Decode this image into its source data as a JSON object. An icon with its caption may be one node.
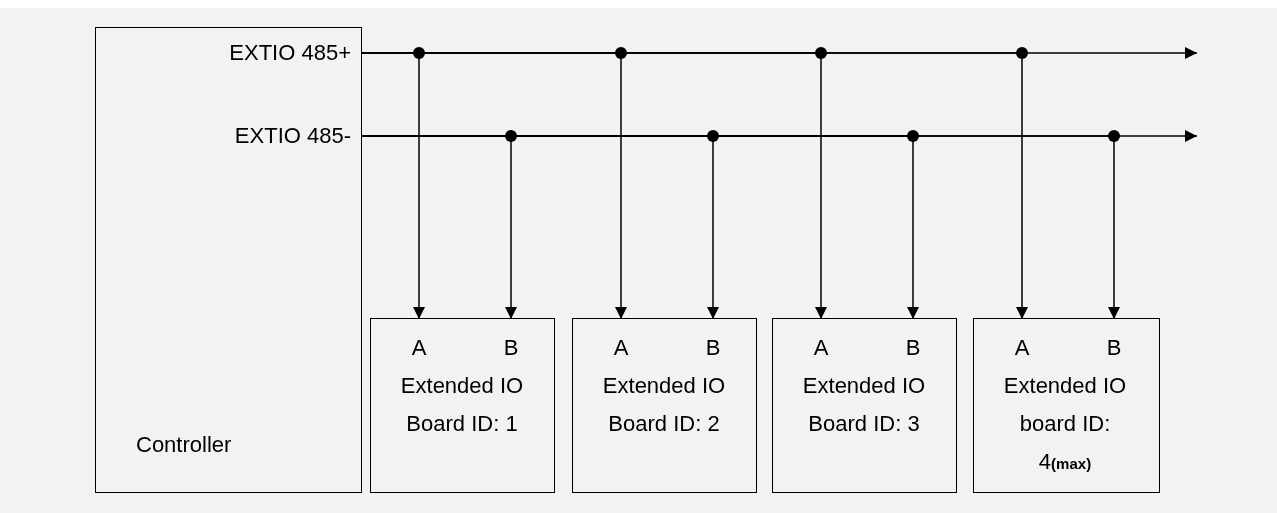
{
  "diagram": {
    "nodes": [
      {
        "text": [
          "Controller"
        ]
      },
      {
        "text": [
          "EXTIO 485+"
        ],
        "in": 0
      },
      {
        "text": [
          "EXTIO 485-"
        ],
        "in": 0
      },
      {
        "text": [
          "Extended IO Board ID: 1"
        ]
      },
      {
        "text": [
          "A"
        ],
        "in": 3
      },
      {
        "text": [
          "B"
        ],
        "in": 3
      },
      {
        "text": [
          "Extended IO Board ID: 2"
        ]
      },
      {
        "text": [
          "A"
        ],
        "in": 6
      },
      {
        "text": [
          "B"
        ],
        "in": 6
      },
      {
        "text": [
          "Extended IO Board ID: 3"
        ]
      },
      {
        "text": [
          "A"
        ],
        "in": 9
      },
      {
        "text": [
          "B"
        ],
        "in": 9
      },
      {
        "text": [
          "Extended IO board ID: 4**(max)**"
        ]
      },
      {
        "text": [
          "A"
        ],
        "in": 12
      },
      {
        "text": [
          "B"
        ],
        "in": 12
      }
    ],
    "edges": [
      {
        "from": 1,
        "to": null,
        "arrow": "to"
      },
      {
        "from": 1,
        "to": 4,
        "arrow": "to"
      },
      {
        "from": 1,
        "to": 7,
        "arrow": "to"
      },
      {
        "from": 1,
        "to": 10,
        "arrow": "to"
      },
      {
        "from": 1,
        "to": 13,
        "arrow": "to"
      },
      {
        "from": 2,
        "to": null,
        "arrow": "to"
      },
      {
        "from": 2,
        "to": 5,
        "arrow": "to"
      },
      {
        "from": 2,
        "to": 8,
        "arrow": "to"
      },
      {
        "from": 2,
        "to": 11,
        "arrow": "to"
      },
      {
        "from": 2,
        "to": 14,
        "arrow": "to"
      }
    ]
  }
}
